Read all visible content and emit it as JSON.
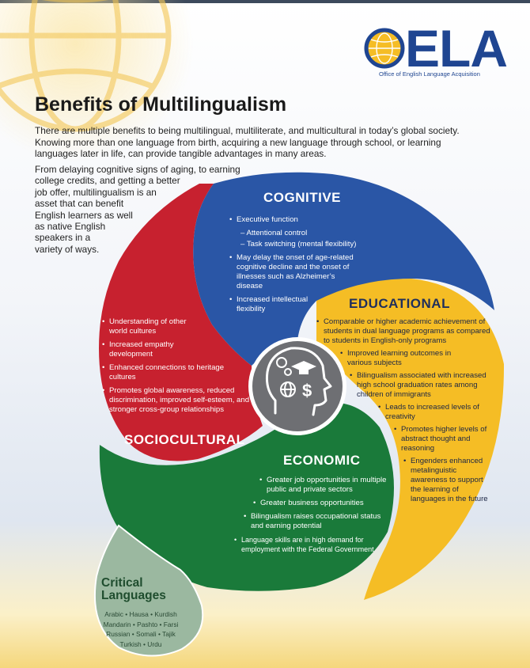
{
  "logo": {
    "text_after_o": "ELA",
    "subtitle": "Office of English Language Acquisition"
  },
  "title": "Benefits of Multilingualism",
  "intro_lines_full": [
    "There are multiple benefits to being multilingual, multiliterate, and multicultural in today’s global society. Knowing more than one language from birth, acquiring a new language through school, or learning languages later in life, can provide tangible advantages in many areas."
  ],
  "intro_wrap": [
    "From delaying cognitive signs of aging, to earning",
    "college credits, and getting a better",
    "job offer, multilingualism is an",
    "asset that can benefit",
    "English learners as well",
    "as native English",
    "speakers in a",
    "variety of ways."
  ],
  "cognitive": {
    "heading": "COGNITIVE",
    "items": [
      {
        "bullet": true,
        "text": "Executive function"
      },
      {
        "bullet": false,
        "text": "– Attentional control"
      },
      {
        "bullet": false,
        "text": "– Task switching (mental flexibility)"
      },
      {
        "bullet": true,
        "text": "May delay the onset of age-related cognitive decline and the onset of illnesses such as Alzheimer’s disease"
      },
      {
        "bullet": true,
        "text": "Increased intellectual flexibility"
      }
    ]
  },
  "educational": {
    "heading": "EDUCATIONAL",
    "items": [
      "Comparable or higher academic achievement of students in dual language programs as compared to students in English-only programs",
      "Improved learning outcomes in various subjects",
      "Bilingualism associated with increased high school graduation rates among children of immigrants",
      "Leads to increased levels of creativity",
      "Promotes higher levels of abstract thought and reasoning",
      "Engenders enhanced metalinguistic awareness to support the learning of languages in the future"
    ]
  },
  "sociocultural": {
    "heading": "SOCIOCULTURAL",
    "items": [
      "Understanding of other world cultures",
      "Increased empathy development",
      "Enhanced connections to heritage cultures",
      "Promotes global awareness, reduced discrimination, improved self-esteem, and stronger cross-group relationships"
    ]
  },
  "economic": {
    "heading": "ECONOMIC",
    "items": [
      "Greater job opportunities in multiple public and private sectors",
      "Greater business opportunities",
      "Bilingualism raises occupational status and earning potential",
      "Language skills are in high demand for employment with the Federal Government"
    ]
  },
  "critical": {
    "title_lines": [
      "Critical",
      "Languages"
    ],
    "language_rows": [
      "Arabic • Hausa • Kurdish",
      "Mandarin • Pashto • Farsi",
      "Russian • Somali • Tajik",
      "Turkish • Urdu"
    ]
  },
  "colors": {
    "cognitive": "#2a56a6",
    "educational": "#f5bd25",
    "sociocultural": "#c7212f",
    "economic": "#1a7a3a",
    "critical": "#9bb8a0",
    "center": "#6e6f73",
    "brand": "#1f4591"
  },
  "icons": [
    "globe-icon",
    "head-icon",
    "gears-icon",
    "graduation-cap-icon",
    "dollar-icon",
    "world-icon"
  ]
}
